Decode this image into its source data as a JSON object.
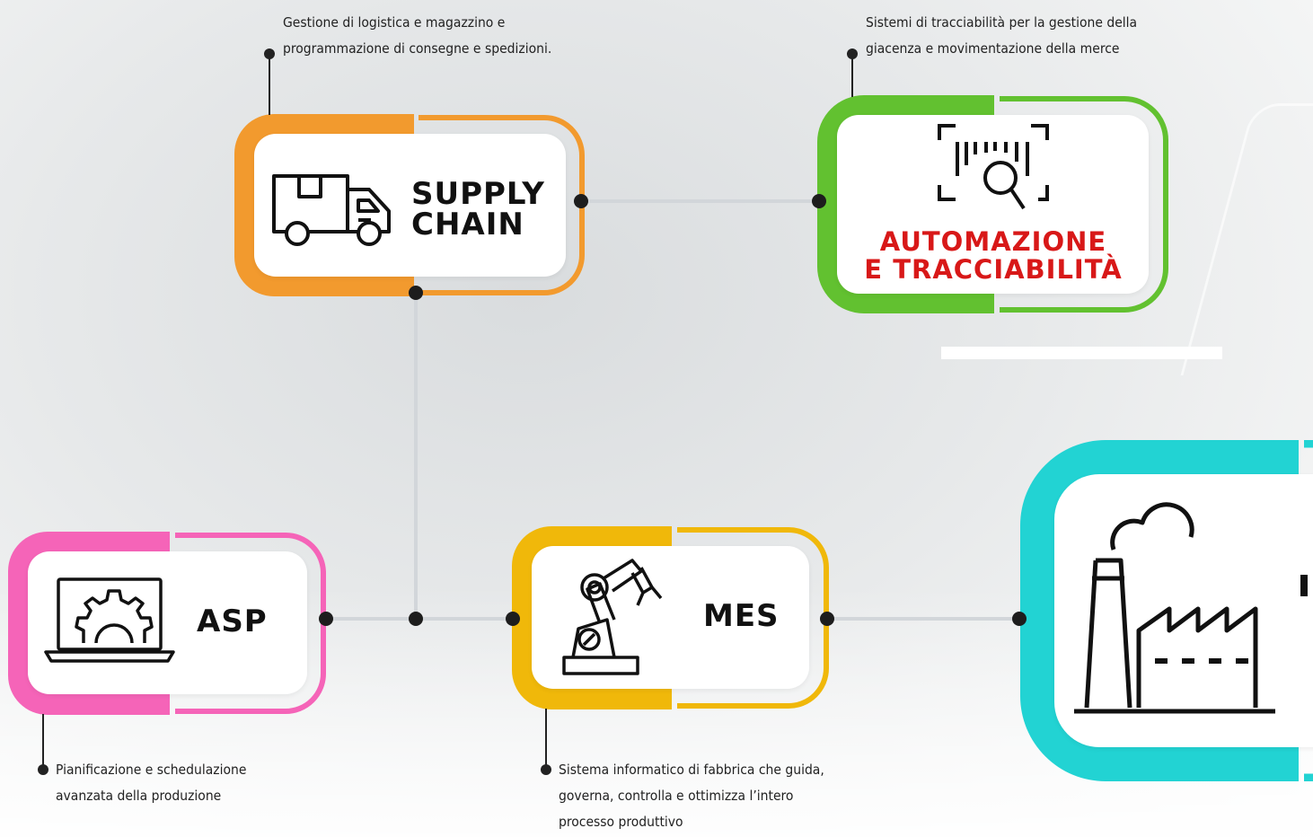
{
  "nodes": {
    "supply_chain": {
      "title_line1": "SUPPLY",
      "title_line2": "CHAIN",
      "icon": "delivery-truck-icon",
      "color": "#f29a2e",
      "description_line1": "Gestione di logistica e magazzino e",
      "description_line2": "programmazione di consegne e spedizioni."
    },
    "automazione": {
      "title_line1": "AUTOMAZIONE",
      "title_line2": "E TRACCIABILITÀ",
      "icon": "barcode-scan-icon",
      "color": "#62c130",
      "title_color": "#d81818",
      "description_line1": "Sistemi di tracciabilità per la gestione della",
      "description_line2": "giacenza e movimentazione della merce"
    },
    "asp": {
      "title": "ASP",
      "icon": "laptop-gear-icon",
      "color": "#f564b8",
      "description_line1": "Pianificazione e schedulazione",
      "description_line2": "avanzata della produzione"
    },
    "mes": {
      "title": "MES",
      "icon": "robot-arm-icon",
      "color": "#f0b80a",
      "description_line1": "Sistema informatico di fabbrica che guida,",
      "description_line2": "governa, controlla e ottimizza l’intero",
      "description_line3": "processo produttivo"
    },
    "factory": {
      "icon": "factory-icon",
      "color": "#22d3d3"
    }
  },
  "connector_color": "#d2d6da"
}
